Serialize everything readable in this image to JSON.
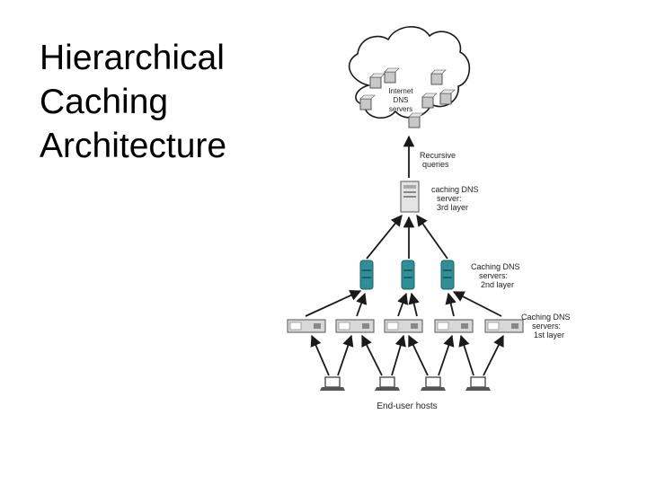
{
  "slide": {
    "title_lines": [
      "Hierarchical",
      "Caching",
      "Architecture"
    ]
  },
  "diagram": {
    "cloud_label": [
      "Internet",
      "DNS",
      "servers"
    ],
    "recursive_label": [
      "Recursive",
      "queries"
    ],
    "layer3_label": [
      "caching DNS",
      "server:",
      "3rd layer"
    ],
    "layer2_label": [
      "Caching DNS",
      "servers:",
      "2nd layer"
    ],
    "layer1_label": [
      "Caching DNS",
      "servers:",
      "1st layer"
    ],
    "hosts_label": "End-user hosts",
    "colors": {
      "line": "#1a1a1a",
      "server_teal": "#2e8f96",
      "server_gray": "#d8d8d8",
      "cloud_fill": "#ffffff"
    },
    "icons": {
      "cloud": "cloud-icon",
      "dns_server": "server-cube-icon",
      "layer3_server": "tower-server-icon",
      "layer2_server": "tower-server-icon",
      "layer1_server": "rack-server-icon",
      "host": "laptop-icon"
    }
  }
}
